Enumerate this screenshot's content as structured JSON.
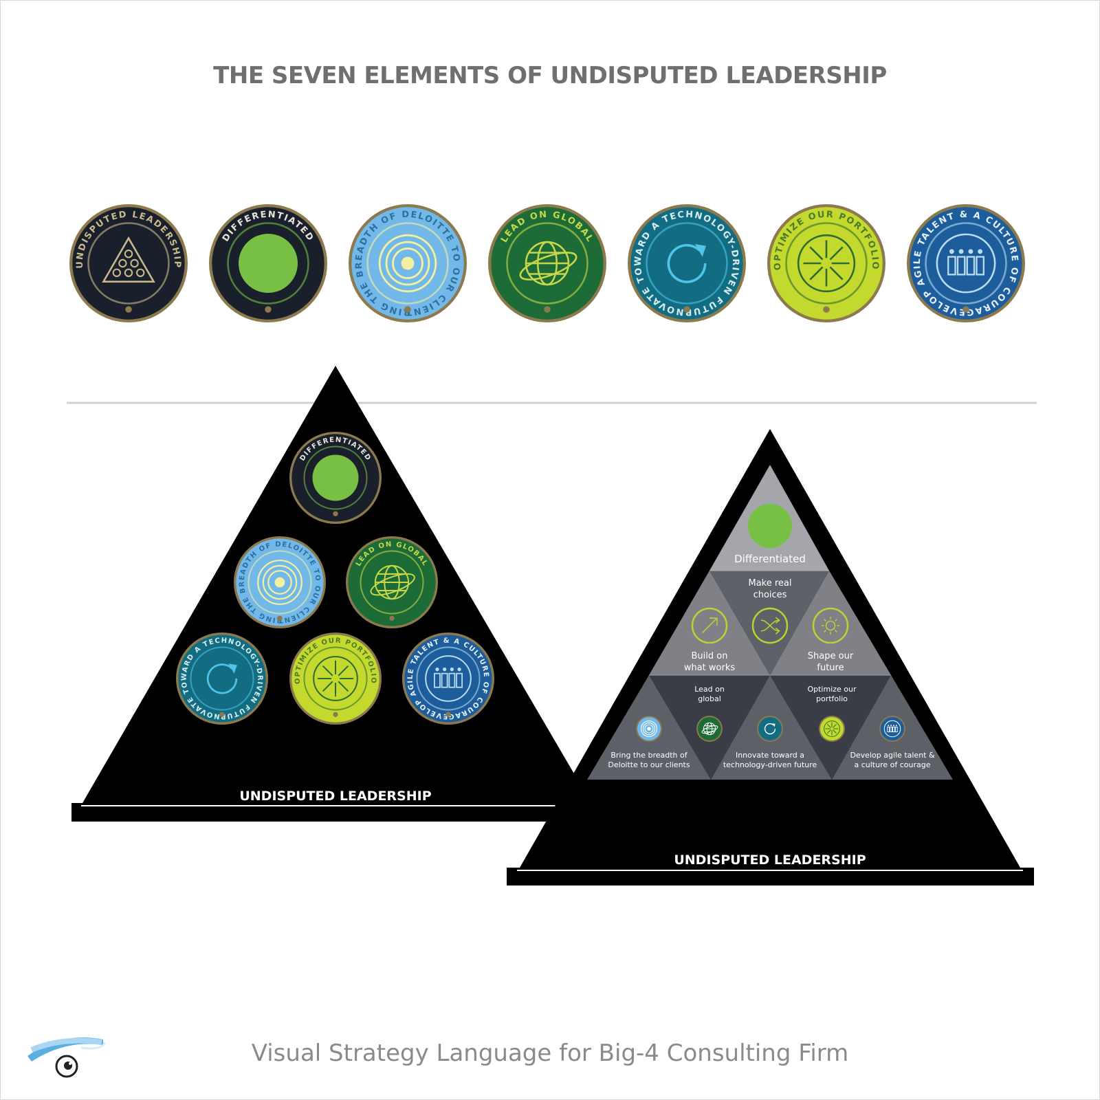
{
  "title": "THE SEVEN ELEMENTS OF UNDISPUTED LEADERSHIP",
  "footer": "Visual Strategy Language for Big-4 Consulting Firm",
  "colors": {
    "gold": "#8c7a4e",
    "navy": "#1a1f2c",
    "green": "#78c043",
    "lightblue": "#72b8e8",
    "darkgreen": "#1d6b36",
    "teal": "#136d82",
    "lime": "#c3d92d",
    "blue": "#1d5d9c"
  },
  "medallions": [
    {
      "label": "UNDISPUTED LEADERSHIP",
      "icon": "pyramid-icon"
    },
    {
      "label": "DIFFERENTIATED",
      "icon": "green-disc-icon"
    },
    {
      "label": "BRING THE BREADTH OF DELOITTE TO OUR CLIENTS",
      "icon": "target-icon"
    },
    {
      "label": "LEAD ON GLOBAL",
      "icon": "globe-icon"
    },
    {
      "label": "INNOVATE TOWARD A TECHNOLOGY-DRIVEN FUTURE",
      "icon": "refresh-icon"
    },
    {
      "label": "OPTIMIZE OUR PORTFOLIO",
      "icon": "star-burst-icon"
    },
    {
      "label": "DEVELOP AGILE TALENT & A CULTURE OF COURAGE",
      "icon": "people-icon"
    }
  ],
  "pyramid_left": {
    "label": "UNDISPUTED LEADERSHIP"
  },
  "pyramid_right": {
    "label": "UNDISPUTED LEADERSHIP",
    "top": "Differentiated",
    "middle": [
      {
        "label": "Build on what works",
        "icon": "arrow-up-right-icon"
      },
      {
        "label": "Make real choices",
        "icon": "shuffle-icon"
      },
      {
        "label": "Shape our future",
        "icon": "sun-icon"
      }
    ],
    "bottom": [
      {
        "label": "Bring the breadth of Deloitte to our clients",
        "icon": "target-icon"
      },
      {
        "label": "Lead on global",
        "icon": "globe-icon"
      },
      {
        "label": "Innovate toward a technology-driven future",
        "icon": "refresh-icon"
      },
      {
        "label": "Optimize our portfolio",
        "icon": "star-burst-icon"
      },
      {
        "label": "Develop agile talent & a culture of courage",
        "icon": "people-icon"
      }
    ]
  }
}
